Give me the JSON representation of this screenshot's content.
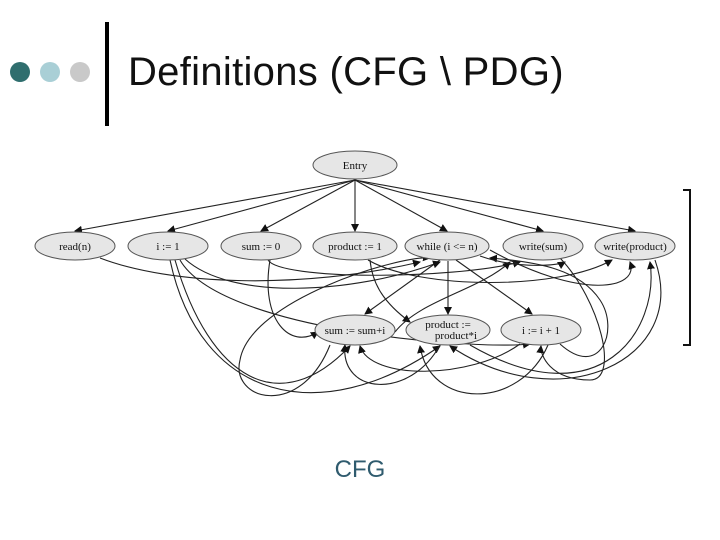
{
  "slide": {
    "title": "Definitions (CFG \\ PDG)",
    "caption": "CFG",
    "bullet_colors": [
      "#2f6e6e",
      "#a9cfd6",
      "#c9c9c9"
    ]
  },
  "graph": {
    "nodes": [
      {
        "id": "entry",
        "label": "Entry"
      },
      {
        "id": "read",
        "label": "read(n)"
      },
      {
        "id": "i1",
        "label": "i := 1"
      },
      {
        "id": "sum0",
        "label": "sum := 0"
      },
      {
        "id": "prod1",
        "label": "product := 1"
      },
      {
        "id": "while",
        "label": "while (i <= n)"
      },
      {
        "id": "wsum",
        "label": "write(sum)"
      },
      {
        "id": "wprod",
        "label": "write(product)"
      },
      {
        "id": "sumadd",
        "label": "sum := sum+i"
      },
      {
        "id": "prodmul",
        "label": "product := product*i"
      },
      {
        "id": "inc",
        "label": "i := i + 1"
      }
    ]
  }
}
